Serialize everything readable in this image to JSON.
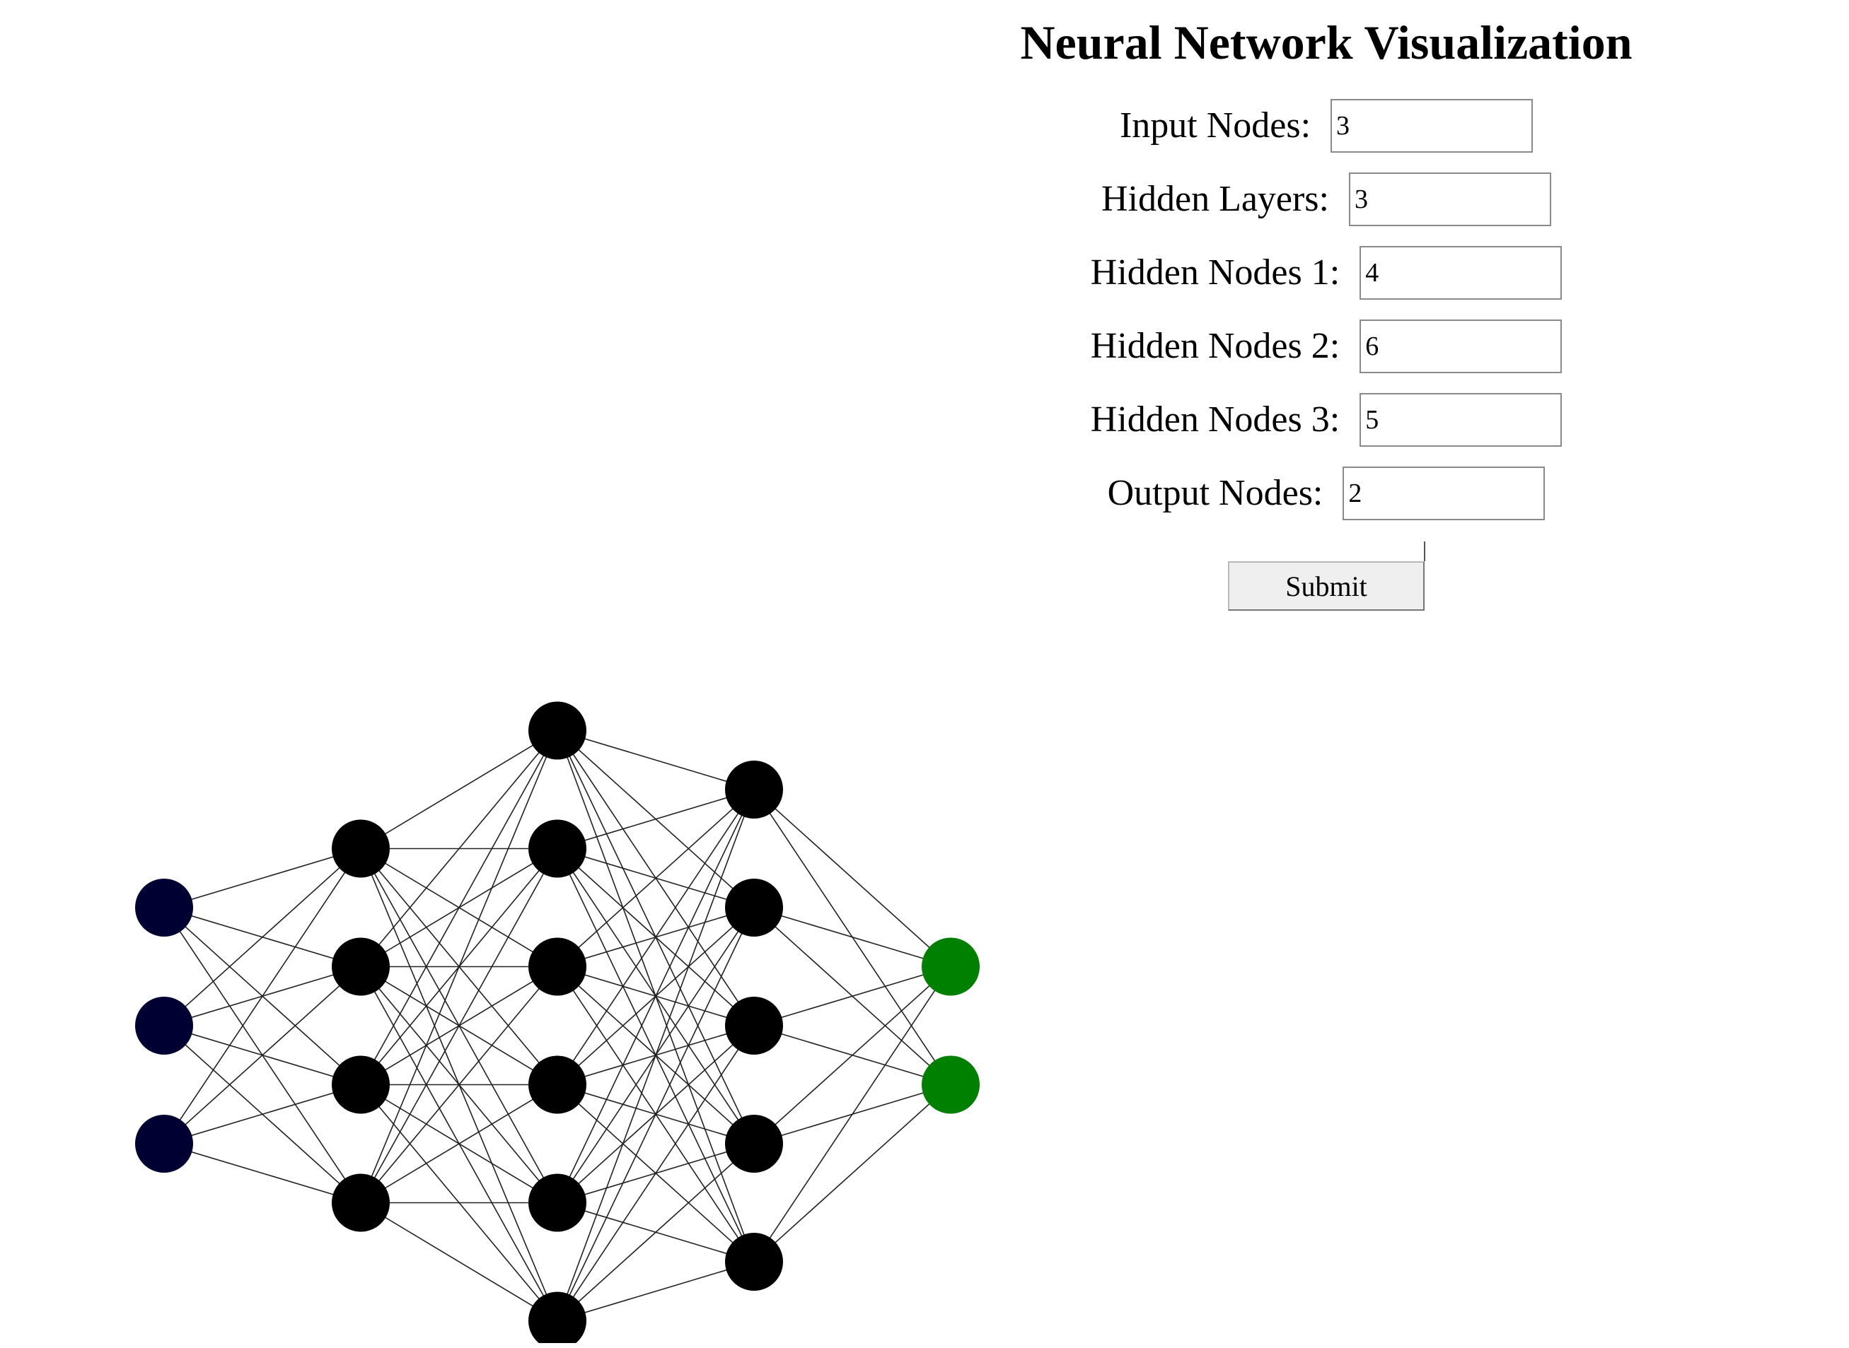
{
  "page": {
    "title": "Neural Network Visualization"
  },
  "form": {
    "input_nodes": {
      "label": "Input Nodes:",
      "value": "3"
    },
    "hidden_layers": {
      "label": "Hidden Layers:",
      "value": "3"
    },
    "hidden_nodes_1": {
      "label": "Hidden Nodes 1:",
      "value": "4"
    },
    "hidden_nodes_2": {
      "label": "Hidden Nodes 2:",
      "value": "6"
    },
    "hidden_nodes_3": {
      "label": "Hidden Nodes 3:",
      "value": "5"
    },
    "output_nodes": {
      "label": "Output Nodes:",
      "value": "2"
    },
    "submit_label": "Submit"
  },
  "network": {
    "layers": [
      3,
      4,
      6,
      5,
      2
    ],
    "colors": {
      "input": "#000033",
      "hidden": "#000000",
      "output": "#008000",
      "edge": "#222222"
    }
  }
}
